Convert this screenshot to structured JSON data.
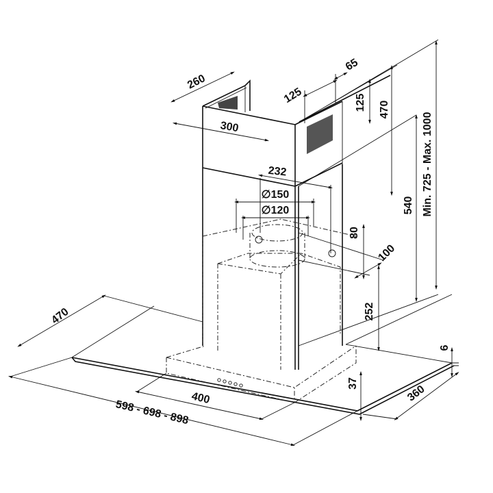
{
  "diagram": {
    "dimensions": {
      "top_depth": "260",
      "top_width": "300",
      "vent_offset": "125",
      "vent_side": "65",
      "vent_height": "125",
      "chimney_upper": "470",
      "total_height": "Min. 725 - Max. 1000",
      "duct_offset": "232",
      "outer_diameter": "∅150",
      "inner_diameter": "∅120",
      "chimney_lower": "540",
      "bracket_height": "80",
      "bracket_depth": "100",
      "body_height": "252",
      "glass_depth_left": "470",
      "glass_thickness": "6",
      "control_height": "37",
      "glass_depth_right": "360",
      "body_width": "400",
      "widths": "598 - 698 - 898"
    }
  }
}
